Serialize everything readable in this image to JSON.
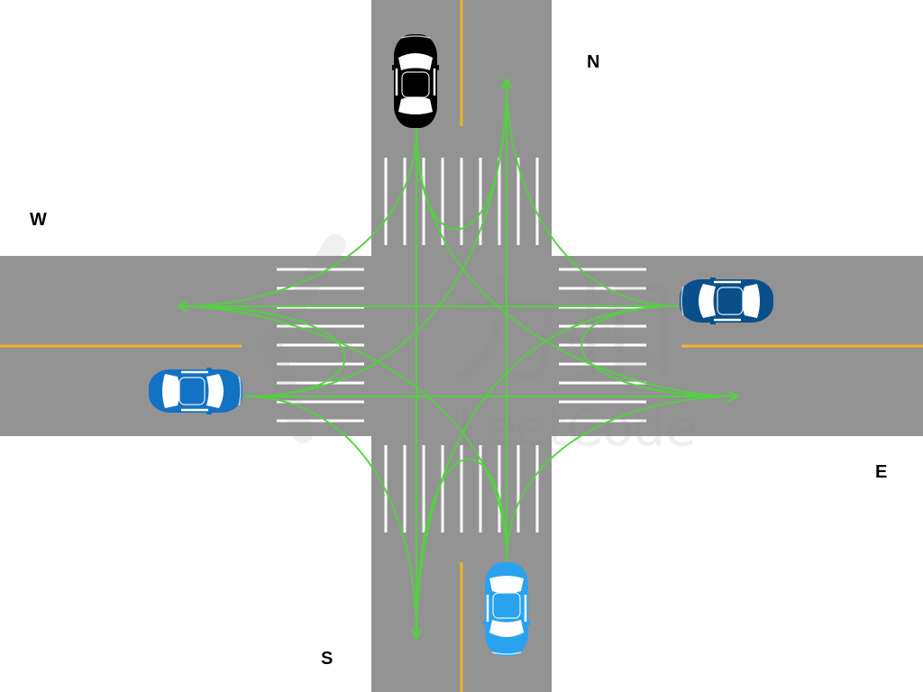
{
  "compass": {
    "north": "N",
    "south": "S",
    "east": "E",
    "west": "W"
  },
  "colors": {
    "background": "#ffffff",
    "road": "#939393",
    "center_line": "#f0b429",
    "crosswalk": "#ffffff",
    "path": "#52d33f",
    "car_north": "#000000",
    "car_east": "#0a4f8a",
    "car_west": "#1272c4",
    "car_south": "#29a3ee",
    "watermark": "#8a8a8a"
  },
  "cars": [
    {
      "id": "north",
      "name": "car-north",
      "color_key": "car_north"
    },
    {
      "id": "east",
      "name": "car-east",
      "color_key": "car_east"
    },
    {
      "id": "south",
      "name": "car-south",
      "color_key": "car_south"
    },
    {
      "id": "west",
      "name": "car-west",
      "color_key": "car_west"
    }
  ],
  "watermark": {
    "text": "LeetCode",
    "glyph": "力扣"
  }
}
